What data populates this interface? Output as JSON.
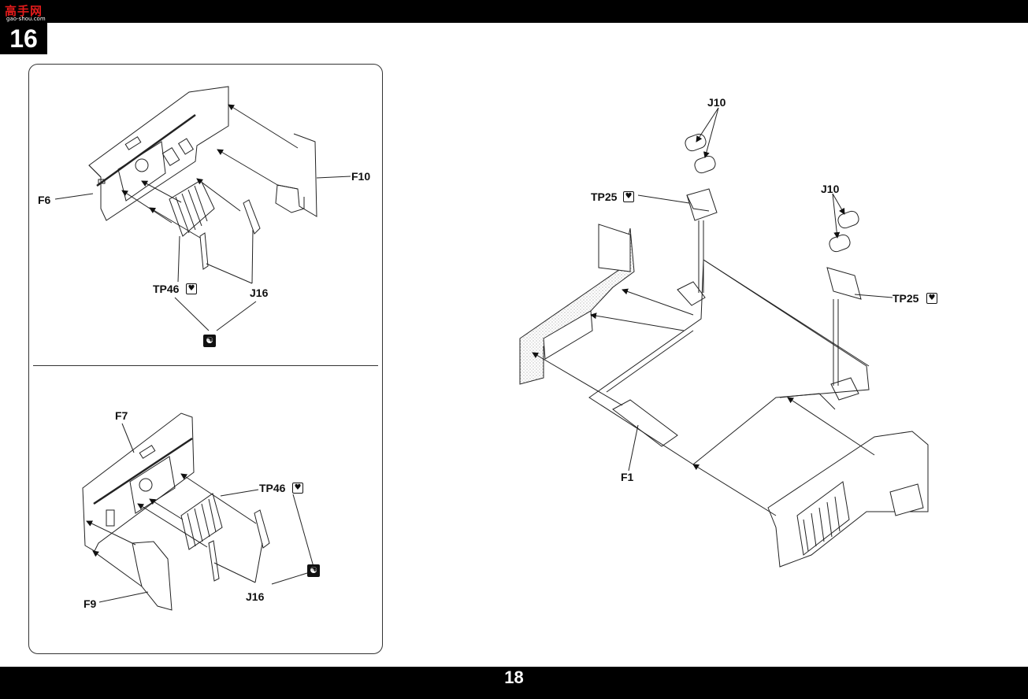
{
  "header": {
    "logo_text": "高手网",
    "logo_url": "gao-shou.com",
    "step_number": "16"
  },
  "footer": {
    "page_number": "18"
  },
  "labels": {
    "top_panel": {
      "f10": "F10",
      "f6": "F6",
      "tp46": "TP46",
      "j16": "J16"
    },
    "bottom_panel": {
      "f7": "F7",
      "tp46": "TP46",
      "j16": "J16",
      "f9": "F9"
    },
    "main": {
      "j10_a": "J10",
      "tp25_a": "TP25",
      "j10_b": "J10",
      "tp25_b": "TP25",
      "f1": "F1"
    }
  },
  "icons": {
    "photo_etch_badge": "heart-badge-icon",
    "glue_icon": "glue-icon",
    "badge_glyph": "♥",
    "glue_glyph": "☯"
  },
  "colors": {
    "bars": "#000000",
    "logo": "#e21b1b",
    "line": "#222222"
  }
}
